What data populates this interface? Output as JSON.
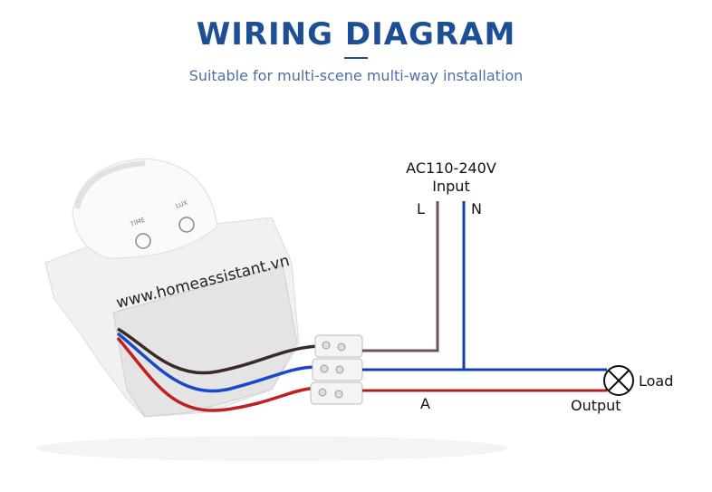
{
  "header": {
    "title": "WIRING DIAGRAM",
    "subtitle": "Suitable for multi-scene multi-way installation"
  },
  "diagram": {
    "input_voltage": "AC110-240V",
    "input_label": "Input",
    "live_label": "L",
    "neutral_label": "N",
    "terminal_a_label": "A",
    "output_label": "Output",
    "load_label": "Load",
    "sensor": {
      "time_knob": "TIME",
      "lux_knob": "LUX",
      "watermark": "www.homeassistant.vn"
    },
    "colors": {
      "live": "#6e5450",
      "neutral": "#1040a8",
      "output": "#b81d1d",
      "title": "#1d4f96"
    }
  }
}
